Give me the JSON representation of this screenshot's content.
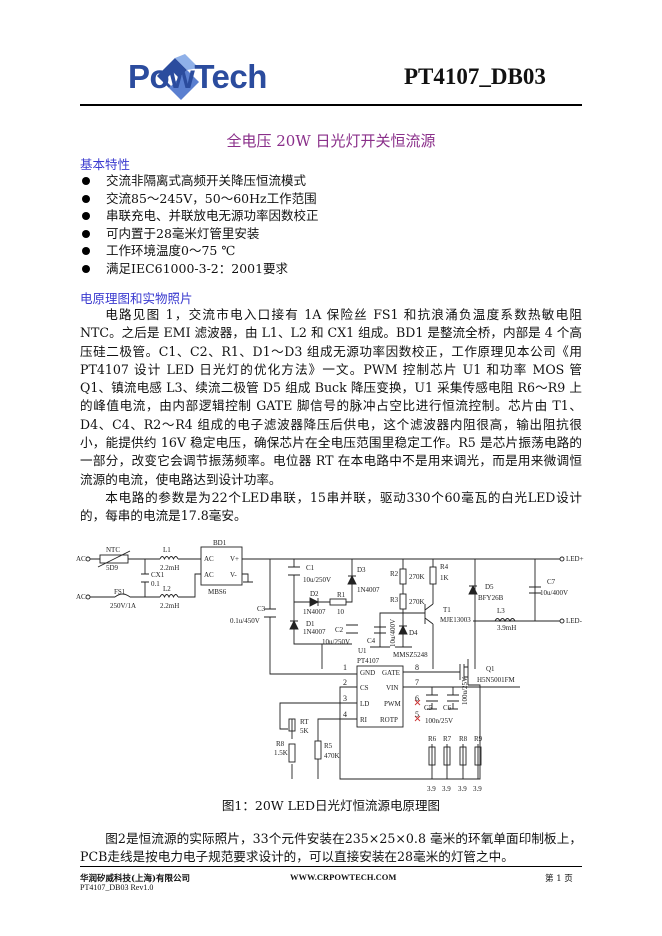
{
  "header": {
    "logo_text": "PowTech",
    "doc_id": "PT4107_DB03"
  },
  "title": "全电压 20W 日光灯开关恒流源",
  "features": {
    "heading": "基本特性",
    "items": [
      "交流非隔离式高频开关降压恒流模式",
      "交流85～245V，50～60Hz工作范围",
      "串联充电、并联放电无源功率因数校正",
      "可内置于28毫米灯管里安装",
      "工作环境温度0～75 ℃",
      "满足IEC61000-3-2：2001要求"
    ]
  },
  "principle": {
    "heading": "电原理图和实物照片",
    "para1": "电路见图 1，交流市电入口接有 1A 保险丝 FS1 和抗浪涌负温度系数热敏电阻 NTC。之后是 EMI 滤波器，由 L1、L2 和 CX1 组成。BD1 是整流全桥，内部是 4 个高压硅二极管。C1、C2、R1、D1～D3 组成无源功率因数校正，工作原理见本公司《用 PT4107 设计 LED 日光灯的优化方法》一文。PWM 控制芯片 U1 和功率 MOS 管 Q1、镇流电感 L3、续流二极管 D5 组成 Buck 降压变换，U1 采集传感电阻 R6～R9 上的峰值电流，由内部逻辑控制 GATE 脚信号的脉冲占空比进行恒流控制。芯片由 T1、D4、C4、R2～R4 组成的电子滤波器降压后供电，这个滤波器内阻很高，输出阻抗很小，能提供约 16V 稳定电压，确保芯片在全电压范围里稳定工作。R5 是芯片振荡电路的一部分，改变它会调节振荡频率。电位器 RT 在本电路中不是用来调光，而是用来微调恒流源的电流，使电路达到设计功率。",
    "para2": "本电路的参数是为22个LED串联，15串并联，驱动330个60毫瓦的白光LED设计的，每串的电流是17.8毫安。"
  },
  "figure": {
    "caption": "图1：20W LED日光灯恒流源电原理图",
    "labels": {
      "ac1": "AC",
      "ac2": "AC",
      "ntc": "NTC",
      "ntc_val": "5D9",
      "l1": "L1",
      "l1_val": "2.2mH",
      "cx1": "CX1",
      "cx1_val": "0.1",
      "fs1": "FS1",
      "fs1_val": "250V/1A",
      "l2": "L2",
      "l2_val": "2.2mH",
      "bd1": "BD1",
      "bd1_ac1": "AC",
      "bd1_ac2": "AC",
      "bd1_vp": "V+",
      "bd1_vm": "V-",
      "bd1_val": "MBS6",
      "c3": "C3",
      "c3_val": "0.1u/450V",
      "c1": "C1",
      "c1_val": "10u/250V",
      "d2": "D2",
      "d2_val": "1N4007",
      "r1": "R1",
      "r1_val": "10",
      "d1": "D1",
      "d1_val": "1N4007",
      "c2": "C2",
      "c2_val": "10u/250V",
      "d3": "D3",
      "d3_val": "1N4007",
      "r2": "R2",
      "r2_val": "270K",
      "r3": "R3",
      "r3_val": "270K",
      "r4": "R4",
      "r4_val": "1K",
      "t1": "T1",
      "t1_val": "MJE13003",
      "c4": "C4",
      "c4_val": "10u/400V",
      "d4": "D4",
      "d4_val": "MMSZ5248",
      "d5": "D5",
      "d5_val": "BFY26B",
      "c7": "C7",
      "c7_val": "10u/400V",
      "l3": "L3",
      "l3_val": "3.9mH",
      "led_p": "LED+",
      "led_m": "LED-",
      "u1": "U1",
      "u1_val": "PT4107",
      "q1": "Q1",
      "q1_val": "H5N5001FM",
      "c5": "C5",
      "c5_val": "100n/25V",
      "c6": "C6",
      "c6_val": "100u/25V",
      "rt": "RT",
      "rt_val": "5K",
      "r8a": "R8",
      "r8a_val": "1.5K",
      "r5": "R5",
      "r5_val": "470K",
      "r6": "R6",
      "r7": "R7",
      "r8": "R8",
      "r9": "R9",
      "rs_val": "3.9",
      "pins": [
        "1",
        "2",
        "3",
        "4",
        "8",
        "7",
        "6",
        "5"
      ],
      "pin_names": [
        "GND",
        "CS",
        "LD",
        "RI",
        "GATE",
        "VIN",
        "PWM",
        "ROTP"
      ]
    }
  },
  "para3": "图2是恒流源的实际照片，33个元件安装在235×25×0.8 毫米的环氧单面印制板上，PCB走线是按电力电子规范要求设计的，可以直接安装在28毫米的灯管之中。",
  "footer": {
    "company": "华润矽威科技(上海)有限公司",
    "revision": "PT4107_DB03 Rev1.0",
    "url": "WWW.CRPOWTECH.COM",
    "page": "第 1 页"
  },
  "colors": {
    "logo": "#2b4c9e",
    "title": "#8a2f8a",
    "section": "#3a3acf"
  }
}
